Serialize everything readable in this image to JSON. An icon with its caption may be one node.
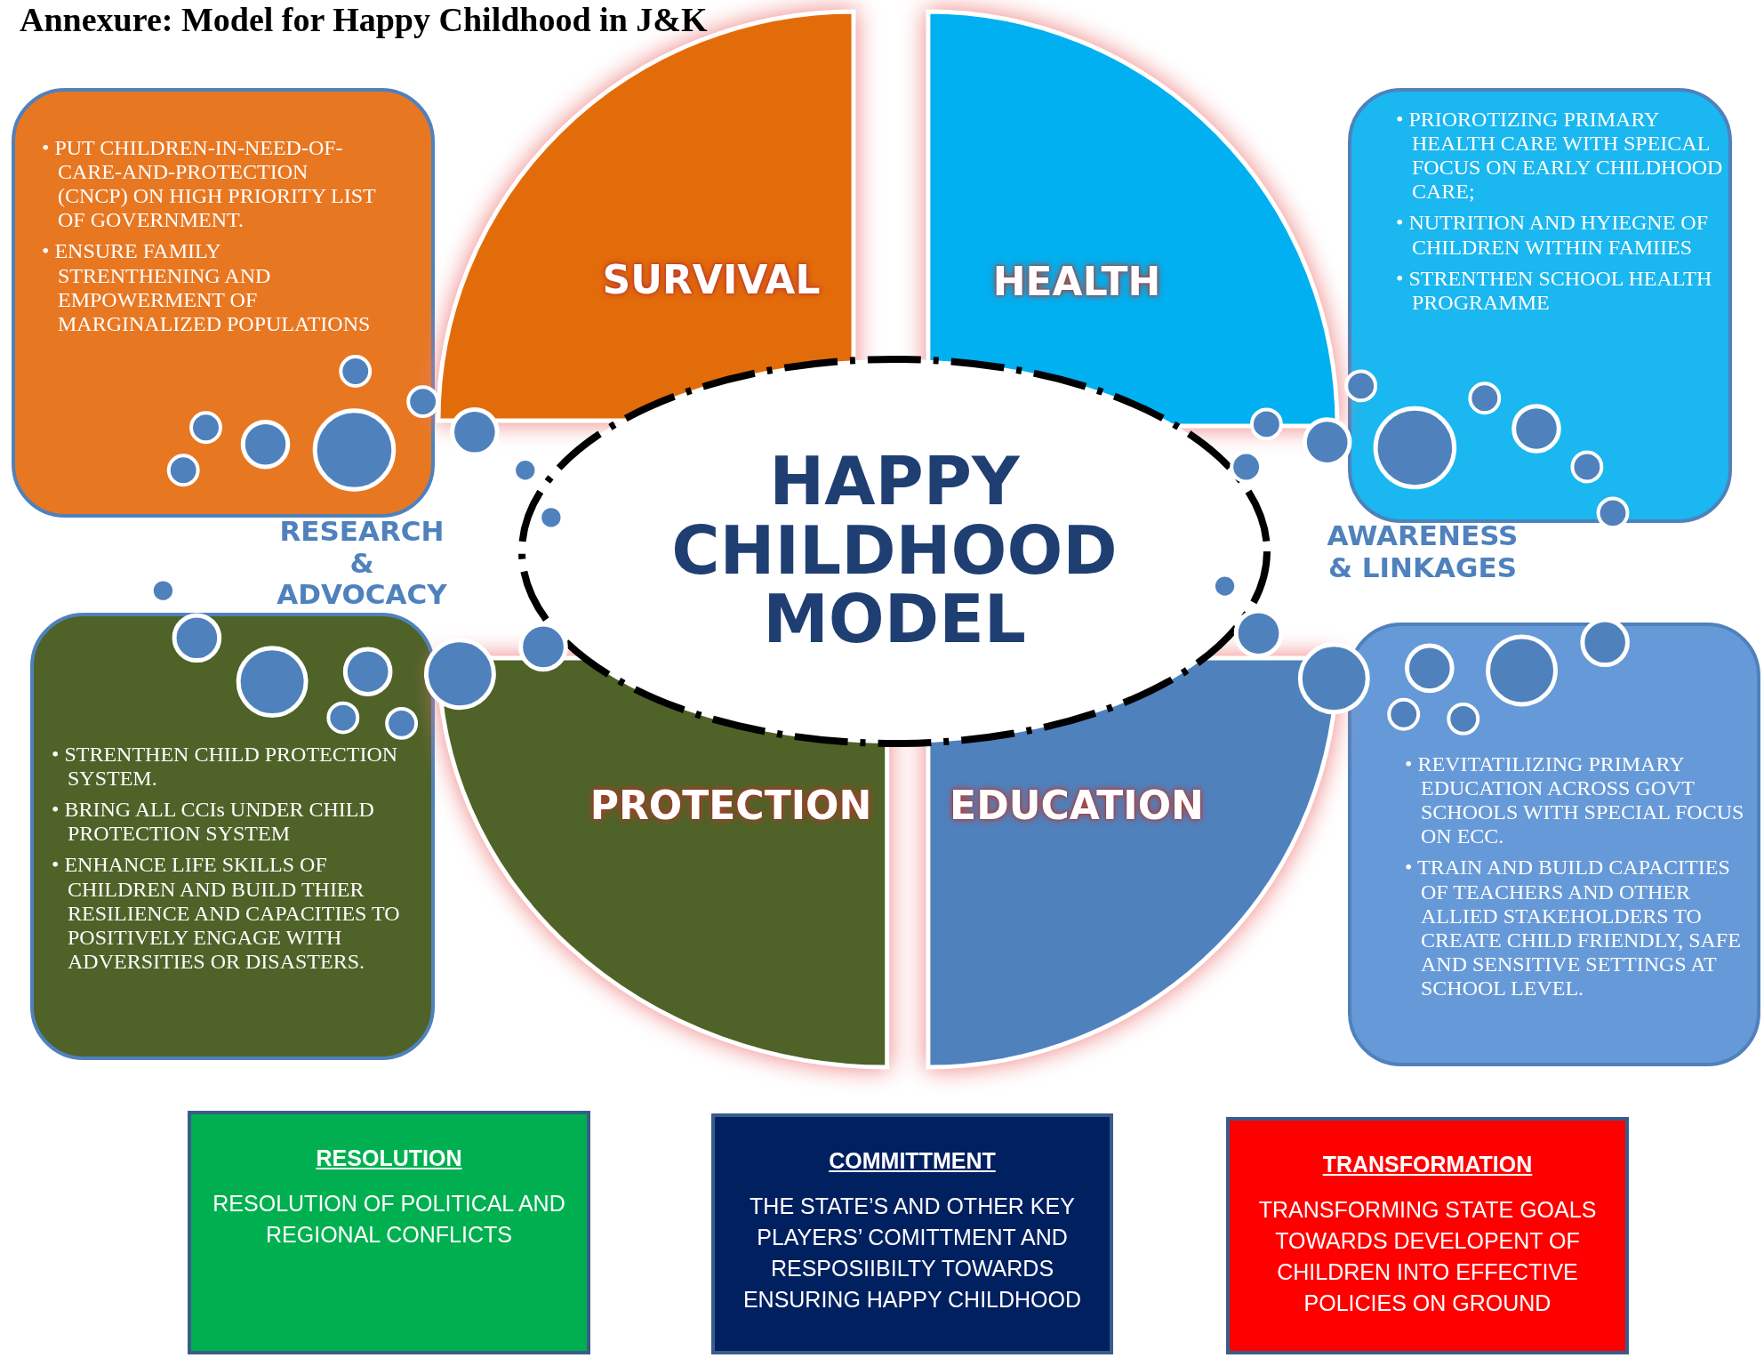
{
  "diagram": {
    "title": "Annexure: Model for Happy Childhood in J&K",
    "nodes": [
      {
        "text": [
          "HAPPY CHILDHOOD MODEL"
        ]
      },
      {
        "text": [
          "SURVIVAL"
        ]
      },
      {
        "text": [
          "HEALTH"
        ]
      },
      {
        "text": [
          "PROTECTION"
        ]
      },
      {
        "text": [
          "EDUCATION"
        ]
      },
      {
        "text": [
          "• PUT CHILDREN-IN-NEED-OF-CARE-AND-PROTECTION (CNCP) ON HIGH PRIORITY LIST OF GOVERNMENT.",
          "• ENSURE FAMILY STRENTHENING AND EMPOWERMENT OF MARGINALIZED POPULATIONS"
        ]
      },
      {
        "text": [
          "• PRIOROTIZING PRIMARY HEALTH CARE WITH SPEICAL FOCUS ON EARLY CHILDHOOD CARE;",
          "• NUTRITION AND HYIEGNE OF CHILDREN WITHIN FAMIIES",
          "• STRENTHEN SCHOOL HEALTH PROGRAMME"
        ]
      },
      {
        "text": [
          "• STRENTHEN CHILD PROTECTION SYSTEM.",
          "• BRING ALL CCIs UNDER CHILD PROTECTION SYSTEM",
          "• ENHANCE LIFE SKILLS OF CHILDREN AND BUILD THIER RESILIENCE AND CAPACITIES TO POSITIVELY ENGAGE WITH ADVERSITIES OR DISASTERS."
        ]
      },
      {
        "text": [
          "• REVITATILIZING PRIMARY EDUCATION ACROSS GOVT SCHOOLS WITH SPECIAL FOCUS ON ECC.",
          "• TRAIN AND BUILD CAPACITIES OF TEACHERS AND OTHER ALLIED STAKEHOLDERS TO CREATE CHILD FRIENDLY, SAFE AND SENSITIVE SETTINGS AT SCHOOL LEVEL."
        ]
      },
      {
        "text": [
          "RESOLUTION",
          "RESOLUTION OF POLITICAL AND REGIONAL CONFLICTS"
        ]
      },
      {
        "text": [
          "COMMITTMENT",
          "THE STATE’S AND OTHER KEY PLAYERS’ COMITTMENT AND RESPOSIIBILTY TOWARDS ENSURING HAPPY CHILDHOOD"
        ]
      },
      {
        "text": [
          "TRANSFORMATION",
          "TRANSFORMING STATE GOALS TOWARDS DEVELOPENT OF CHILDREN INTO EFFECTIVE POLICIES ON GROUND"
        ]
      }
    ],
    "edges": [],
    "labels": [
      "RESEARCH & ADVOCACY",
      "AWARENESS & LINKAGES"
    ]
  }
}
